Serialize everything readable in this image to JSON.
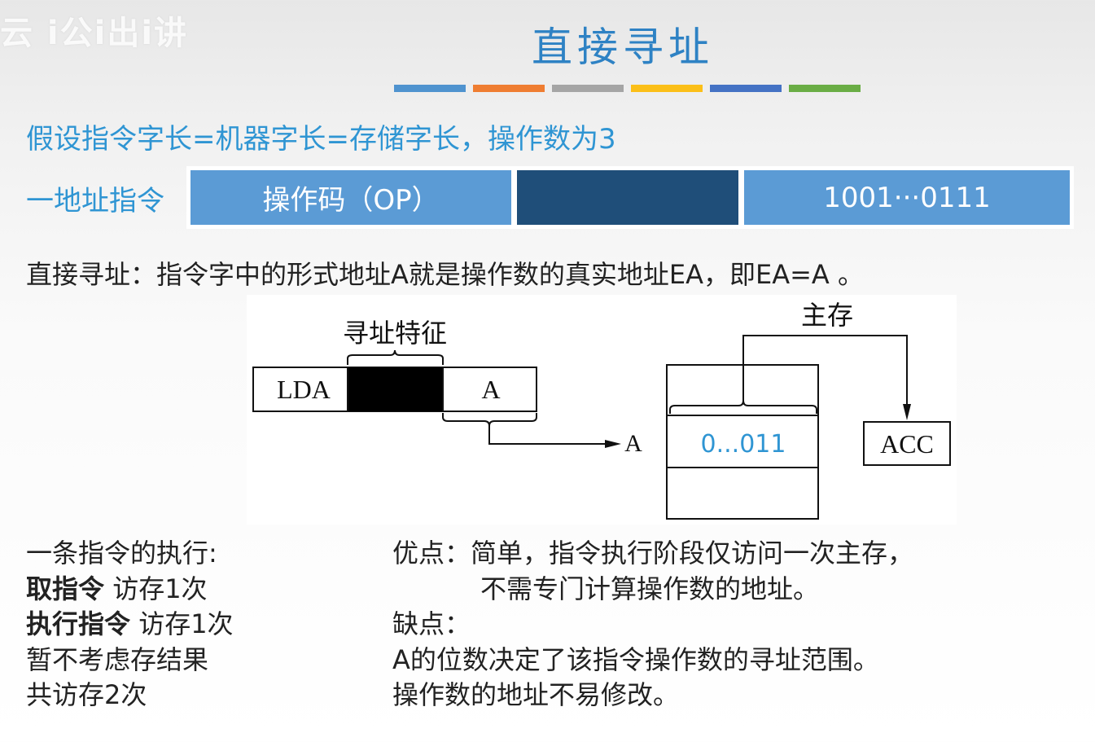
{
  "watermark": "云 i公i出i讲",
  "title": "直接寻址",
  "stripe_colors": [
    "#4f93cf",
    "#ef7d31",
    "#a5a5a5",
    "#fbbf18",
    "#4472c4",
    "#6aad45"
  ],
  "assumption": "假设指令字长=机器字长=存储字长，操作数为3",
  "instruction": {
    "label": "一地址指令",
    "opcode": "操作码（OP）",
    "address": "1001···0111"
  },
  "definition": "直接寻址：指令字中的形式地址A就是操作数的真实地址EA，即EA=A 。",
  "diagram": {
    "mode_label": "寻址特征",
    "lda": "LDA",
    "a_field": "A",
    "arrow_target": "A",
    "memory_label": "主存",
    "memory_value": "0...011",
    "acc": "ACC",
    "memory_value_color": "#2f95d3"
  },
  "execution": {
    "heading": "一条指令的执行:",
    "fetch_bold": "取指令",
    "fetch_rest": " 访存1次",
    "exec_bold": "执行指令",
    "exec_rest": " 访存1次",
    "ignore": "暂不考虑存结果",
    "total": "共访存2次"
  },
  "pros_cons": {
    "pros_line1": "优点：简单，指令执行阶段仅访问一次主存，",
    "pros_line2": "不需专门计算操作数的地址。",
    "cons_heading": "缺点：",
    "cons_line1": "A的位数决定了该指令操作数的寻址范围。",
    "cons_line2": "操作数的地址不易修改。"
  }
}
